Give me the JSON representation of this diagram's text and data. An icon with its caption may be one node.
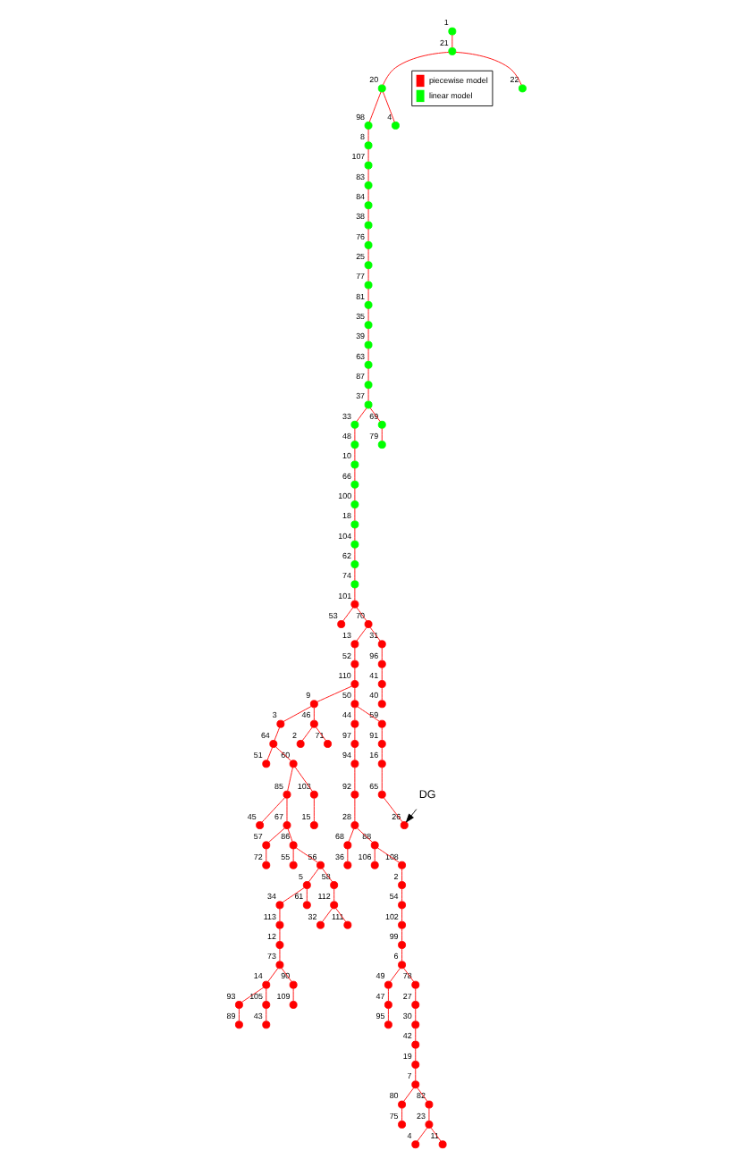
{
  "diagram": {
    "nodes": [
      {
        "text": [],
        "shape": "circle",
        "beside": [
          "1"
        ]
      },
      {
        "text": [],
        "shape": "circle",
        "beside": [
          "21"
        ]
      },
      {
        "text": [],
        "shape": "circle",
        "beside": [
          "20"
        ]
      },
      {
        "text": [],
        "shape": "circle",
        "beside": [
          "98"
        ]
      },
      {
        "text": [],
        "shape": "circle",
        "beside": [
          "8"
        ]
      },
      {
        "text": [],
        "shape": "circle",
        "beside": [
          "107"
        ]
      },
      {
        "text": [],
        "shape": "circle",
        "beside": [
          "83"
        ]
      },
      {
        "text": [],
        "shape": "circle",
        "beside": [
          "84"
        ]
      },
      {
        "text": [],
        "shape": "circle",
        "beside": [
          "38"
        ]
      },
      {
        "text": [],
        "shape": "circle",
        "beside": [
          "76"
        ]
      },
      {
        "text": [],
        "shape": "circle",
        "beside": [
          "25"
        ]
      },
      {
        "text": [],
        "shape": "circle",
        "beside": [
          "77"
        ]
      },
      {
        "text": [],
        "shape": "circle",
        "beside": [
          "81"
        ]
      },
      {
        "text": [],
        "shape": "circle",
        "beside": [
          "35"
        ]
      },
      {
        "text": [],
        "shape": "circle",
        "beside": [
          "39"
        ]
      },
      {
        "text": [],
        "shape": "circle",
        "beside": [
          "63"
        ]
      },
      {
        "text": [],
        "shape": "circle",
        "beside": [
          "87"
        ]
      },
      {
        "text": [],
        "shape": "circle",
        "beside": [
          "37"
        ]
      },
      {
        "text": [],
        "shape": "circle",
        "beside": [
          "33"
        ]
      },
      {
        "text": [],
        "shape": "circle",
        "beside": [
          "48"
        ]
      },
      {
        "text": [],
        "shape": "circle",
        "beside": [
          "10"
        ]
      },
      {
        "text": [],
        "shape": "circle",
        "beside": [
          "66"
        ]
      },
      {
        "text": [],
        "shape": "circle",
        "beside": [
          "100"
        ]
      },
      {
        "text": [],
        "shape": "circle",
        "beside": [
          "18"
        ]
      },
      {
        "text": [],
        "shape": "circle",
        "beside": [
          "104"
        ]
      },
      {
        "text": [],
        "shape": "circle",
        "beside": [
          "62"
        ]
      },
      {
        "text": [],
        "shape": "circle",
        "beside": [
          "74"
        ]
      },
      {
        "text": [],
        "shape": "circle",
        "beside": [
          "22"
        ]
      },
      {
        "text": [],
        "shape": "circle",
        "beside": [
          "4"
        ]
      },
      {
        "text": [],
        "shape": "circle",
        "beside": [
          "69"
        ]
      },
      {
        "text": [],
        "shape": "circle",
        "beside": [
          "79"
        ]
      },
      {
        "text": [],
        "shape": "circle",
        "beside": [
          "101"
        ]
      },
      {
        "text": [],
        "shape": "circle",
        "beside": [
          "53"
        ]
      },
      {
        "text": [],
        "shape": "circle",
        "beside": [
          "70"
        ]
      },
      {
        "text": [],
        "shape": "circle",
        "beside": [
          "13"
        ]
      },
      {
        "text": [],
        "shape": "circle",
        "beside": [
          "52"
        ]
      },
      {
        "text": [],
        "shape": "circle",
        "beside": [
          "110"
        ]
      },
      {
        "text": [],
        "shape": "circle",
        "beside": [
          "31"
        ]
      },
      {
        "text": [],
        "shape": "circle",
        "beside": [
          "96"
        ]
      },
      {
        "text": [],
        "shape": "circle",
        "beside": [
          "41"
        ]
      },
      {
        "text": [],
        "shape": "circle",
        "beside": [
          "40"
        ]
      },
      {
        "text": [],
        "shape": "circle",
        "beside": [
          "9"
        ]
      },
      {
        "text": [],
        "shape": "circle",
        "beside": [
          "50"
        ]
      },
      {
        "text": [],
        "shape": "circle",
        "beside": [
          "3"
        ]
      },
      {
        "text": [],
        "shape": "circle",
        "beside": [
          "46"
        ]
      },
      {
        "text": [],
        "shape": "circle",
        "beside": [
          "2"
        ]
      },
      {
        "text": [],
        "shape": "circle",
        "beside": [
          "71"
        ]
      },
      {
        "text": [],
        "shape": "circle",
        "beside": [
          "64"
        ]
      },
      {
        "text": [],
        "shape": "circle",
        "beside": [
          "51"
        ]
      },
      {
        "text": [],
        "shape": "circle",
        "beside": [
          "60"
        ]
      },
      {
        "text": [],
        "shape": "circle",
        "beside": [
          "85"
        ]
      },
      {
        "text": [],
        "shape": "circle",
        "beside": [
          "103"
        ]
      },
      {
        "text": [],
        "shape": "circle",
        "beside": [
          "15"
        ]
      },
      {
        "text": [],
        "shape": "circle",
        "beside": [
          "45"
        ]
      },
      {
        "text": [],
        "shape": "circle",
        "beside": [
          "67"
        ]
      },
      {
        "text": [],
        "shape": "circle",
        "beside": [
          "57"
        ]
      },
      {
        "text": [],
        "shape": "circle",
        "beside": [
          "86"
        ]
      },
      {
        "text": [],
        "shape": "circle",
        "beside": [
          "72"
        ]
      },
      {
        "text": [],
        "shape": "circle",
        "beside": [
          "55"
        ]
      },
      {
        "text": [],
        "shape": "circle",
        "beside": [
          "56"
        ]
      },
      {
        "text": [],
        "shape": "circle",
        "beside": [
          "5"
        ]
      },
      {
        "text": [],
        "shape": "circle",
        "beside": [
          "58"
        ]
      },
      {
        "text": [],
        "shape": "circle",
        "beside": [
          "34"
        ]
      },
      {
        "text": [],
        "shape": "circle",
        "beside": [
          "61"
        ]
      },
      {
        "text": [],
        "shape": "circle",
        "beside": [
          "112"
        ]
      },
      {
        "text": [],
        "shape": "circle",
        "beside": [
          "113"
        ]
      },
      {
        "text": [],
        "shape": "circle",
        "beside": [
          "32"
        ]
      },
      {
        "text": [],
        "shape": "circle",
        "beside": [
          "111"
        ]
      },
      {
        "text": [],
        "shape": "circle",
        "beside": [
          "12"
        ]
      },
      {
        "text": [],
        "shape": "circle",
        "beside": [
          "73"
        ]
      },
      {
        "text": [],
        "shape": "circle",
        "beside": [
          "14"
        ]
      },
      {
        "text": [],
        "shape": "circle",
        "beside": [
          "90"
        ]
      },
      {
        "text": [],
        "shape": "circle",
        "beside": [
          "93"
        ]
      },
      {
        "text": [],
        "shape": "circle",
        "beside": [
          "105"
        ]
      },
      {
        "text": [],
        "shape": "circle",
        "beside": [
          "109"
        ]
      },
      {
        "text": [],
        "shape": "circle",
        "beside": [
          "89"
        ]
      },
      {
        "text": [],
        "shape": "circle",
        "beside": [
          "43"
        ]
      },
      {
        "text": [],
        "shape": "circle",
        "beside": [
          "44"
        ]
      },
      {
        "text": [],
        "shape": "circle",
        "beside": [
          "97"
        ]
      },
      {
        "text": [],
        "shape": "circle",
        "beside": [
          "94"
        ]
      },
      {
        "text": [],
        "shape": "circle",
        "beside": [
          "92"
        ]
      },
      {
        "text": [],
        "shape": "circle",
        "beside": [
          "28"
        ]
      },
      {
        "text": [],
        "shape": "circle",
        "beside": [
          "68"
        ]
      },
      {
        "text": [],
        "shape": "circle",
        "beside": [
          "88"
        ]
      },
      {
        "text": [],
        "shape": "circle",
        "beside": [
          "36"
        ]
      },
      {
        "text": [],
        "shape": "circle",
        "beside": [
          "106"
        ]
      },
      {
        "text": [],
        "shape": "circle",
        "beside": [
          "108"
        ]
      },
      {
        "text": [],
        "shape": "circle",
        "beside": [
          "2"
        ]
      },
      {
        "text": [],
        "shape": "circle",
        "beside": [
          "54"
        ]
      },
      {
        "text": [],
        "shape": "circle",
        "beside": [
          "102"
        ]
      },
      {
        "text": [],
        "shape": "circle",
        "beside": [
          "99"
        ]
      },
      {
        "text": [],
        "shape": "circle",
        "beside": [
          "6"
        ]
      },
      {
        "text": [],
        "shape": "circle",
        "beside": [
          "49"
        ]
      },
      {
        "text": [],
        "shape": "circle",
        "beside": [
          "78"
        ]
      },
      {
        "text": [],
        "shape": "circle",
        "beside": [
          "47"
        ]
      },
      {
        "text": [],
        "shape": "circle",
        "beside": [
          "27"
        ]
      },
      {
        "text": [],
        "shape": "circle",
        "beside": [
          "95"
        ]
      },
      {
        "text": [],
        "shape": "circle",
        "beside": [
          "30"
        ]
      },
      {
        "text": [],
        "shape": "circle",
        "beside": [
          "42"
        ]
      },
      {
        "text": [],
        "shape": "circle",
        "beside": [
          "19"
        ]
      },
      {
        "text": [],
        "shape": "circle",
        "beside": [
          "7"
        ]
      },
      {
        "text": [],
        "shape": "circle",
        "beside": [
          "80"
        ]
      },
      {
        "text": [],
        "shape": "circle",
        "beside": [
          "82"
        ]
      },
      {
        "text": [],
        "shape": "circle",
        "beside": [
          "75"
        ]
      },
      {
        "text": [],
        "shape": "circle",
        "beside": [
          "23"
        ]
      },
      {
        "text": [],
        "shape": "circle",
        "beside": [
          "4"
        ]
      },
      {
        "text": [],
        "shape": "circle",
        "beside": [
          "11"
        ]
      },
      {
        "text": [],
        "shape": "circle",
        "beside": [
          "59"
        ]
      },
      {
        "text": [],
        "shape": "circle",
        "beside": [
          "91"
        ]
      },
      {
        "text": [],
        "shape": "circle",
        "beside": [
          "16"
        ]
      },
      {
        "text": [],
        "shape": "circle",
        "beside": [
          "65"
        ]
      },
      {
        "text": [],
        "shape": "circle",
        "beside": [
          "26"
        ]
      },
      {
        "text": [
          "DG"
        ]
      }
    ],
    "edges": [
      {
        "from": 0,
        "to": 1,
        "arrow": "none"
      },
      {
        "from": 1,
        "to": 2,
        "arrow": "none"
      },
      {
        "from": 2,
        "to": 3,
        "arrow": "none"
      },
      {
        "from": 3,
        "to": 4,
        "arrow": "none"
      },
      {
        "from": 4,
        "to": 5,
        "arrow": "none"
      },
      {
        "from": 5,
        "to": 6,
        "arrow": "none"
      },
      {
        "from": 6,
        "to": 7,
        "arrow": "none"
      },
      {
        "from": 7,
        "to": 8,
        "arrow": "none"
      },
      {
        "from": 8,
        "to": 9,
        "arrow": "none"
      },
      {
        "from": 9,
        "to": 10,
        "arrow": "none"
      },
      {
        "from": 10,
        "to": 11,
        "arrow": "none"
      },
      {
        "from": 11,
        "to": 12,
        "arrow": "none"
      },
      {
        "from": 12,
        "to": 13,
        "arrow": "none"
      },
      {
        "from": 13,
        "to": 14,
        "arrow": "none"
      },
      {
        "from": 14,
        "to": 15,
        "arrow": "none"
      },
      {
        "from": 15,
        "to": 16,
        "arrow": "none"
      },
      {
        "from": 16,
        "to": 17,
        "arrow": "none"
      },
      {
        "from": 17,
        "to": 18,
        "arrow": "none"
      },
      {
        "from": 18,
        "to": 19,
        "arrow": "none"
      },
      {
        "from": 19,
        "to": 20,
        "arrow": "none"
      },
      {
        "from": 20,
        "to": 21,
        "arrow": "none"
      },
      {
        "from": 21,
        "to": 22,
        "arrow": "none"
      },
      {
        "from": 22,
        "to": 23,
        "arrow": "none"
      },
      {
        "from": 23,
        "to": 24,
        "arrow": "none"
      },
      {
        "from": 24,
        "to": 25,
        "arrow": "none"
      },
      {
        "from": 25,
        "to": 26,
        "arrow": "none"
      },
      {
        "from": 1,
        "to": 27,
        "arrow": "none"
      },
      {
        "from": 2,
        "to": 28,
        "arrow": "none"
      },
      {
        "from": 17,
        "to": 29,
        "arrow": "none"
      },
      {
        "from": 29,
        "to": 30,
        "arrow": "none"
      },
      {
        "from": 26,
        "to": 31,
        "arrow": "none"
      },
      {
        "from": 31,
        "to": 32,
        "arrow": "none"
      },
      {
        "from": 31,
        "to": 33,
        "arrow": "none"
      },
      {
        "from": 33,
        "to": 34,
        "arrow": "none"
      },
      {
        "from": 34,
        "to": 35,
        "arrow": "none"
      },
      {
        "from": 35,
        "to": 36,
        "arrow": "none"
      },
      {
        "from": 33,
        "to": 37,
        "arrow": "none"
      },
      {
        "from": 37,
        "to": 38,
        "arrow": "none"
      },
      {
        "from": 38,
        "to": 39,
        "arrow": "none"
      },
      {
        "from": 39,
        "to": 40,
        "arrow": "none"
      },
      {
        "from": 36,
        "to": 41,
        "arrow": "none"
      },
      {
        "from": 36,
        "to": 42,
        "arrow": "none"
      },
      {
        "from": 41,
        "to": 43,
        "arrow": "none"
      },
      {
        "from": 41,
        "to": 44,
        "arrow": "none"
      },
      {
        "from": 44,
        "to": 45,
        "arrow": "none"
      },
      {
        "from": 44,
        "to": 46,
        "arrow": "none"
      },
      {
        "from": 43,
        "to": 47,
        "arrow": "none"
      },
      {
        "from": 47,
        "to": 48,
        "arrow": "none"
      },
      {
        "from": 47,
        "to": 49,
        "arrow": "none"
      },
      {
        "from": 49,
        "to": 50,
        "arrow": "none"
      },
      {
        "from": 49,
        "to": 51,
        "arrow": "none"
      },
      {
        "from": 51,
        "to": 52,
        "arrow": "none"
      },
      {
        "from": 50,
        "to": 53,
        "arrow": "none"
      },
      {
        "from": 50,
        "to": 54,
        "arrow": "none"
      },
      {
        "from": 54,
        "to": 55,
        "arrow": "none"
      },
      {
        "from": 55,
        "to": 57,
        "arrow": "none"
      },
      {
        "from": 54,
        "to": 56,
        "arrow": "none"
      },
      {
        "from": 56,
        "to": 58,
        "arrow": "none"
      },
      {
        "from": 56,
        "to": 59,
        "arrow": "none"
      },
      {
        "from": 59,
        "to": 60,
        "arrow": "none"
      },
      {
        "from": 59,
        "to": 61,
        "arrow": "none"
      },
      {
        "from": 60,
        "to": 62,
        "arrow": "none"
      },
      {
        "from": 60,
        "to": 63,
        "arrow": "none"
      },
      {
        "from": 61,
        "to": 64,
        "arrow": "none"
      },
      {
        "from": 64,
        "to": 66,
        "arrow": "none"
      },
      {
        "from": 64,
        "to": 67,
        "arrow": "none"
      },
      {
        "from": 62,
        "to": 65,
        "arrow": "none"
      },
      {
        "from": 65,
        "to": 68,
        "arrow": "none"
      },
      {
        "from": 68,
        "to": 69,
        "arrow": "none"
      },
      {
        "from": 69,
        "to": 70,
        "arrow": "none"
      },
      {
        "from": 69,
        "to": 71,
        "arrow": "none"
      },
      {
        "from": 70,
        "to": 72,
        "arrow": "none"
      },
      {
        "from": 70,
        "to": 73,
        "arrow": "none"
      },
      {
        "from": 71,
        "to": 74,
        "arrow": "none"
      },
      {
        "from": 72,
        "to": 75,
        "arrow": "none"
      },
      {
        "from": 73,
        "to": 76,
        "arrow": "none"
      },
      {
        "from": 42,
        "to": 77,
        "arrow": "none"
      },
      {
        "from": 77,
        "to": 78,
        "arrow": "none"
      },
      {
        "from": 78,
        "to": 79,
        "arrow": "none"
      },
      {
        "from": 79,
        "to": 80,
        "arrow": "none"
      },
      {
        "from": 80,
        "to": 81,
        "arrow": "none"
      },
      {
        "from": 81,
        "to": 82,
        "arrow": "none"
      },
      {
        "from": 81,
        "to": 83,
        "arrow": "none"
      },
      {
        "from": 82,
        "to": 84,
        "arrow": "none"
      },
      {
        "from": 83,
        "to": 85,
        "arrow": "none"
      },
      {
        "from": 83,
        "to": 86,
        "arrow": "none"
      },
      {
        "from": 86,
        "to": 87,
        "arrow": "none"
      },
      {
        "from": 87,
        "to": 88,
        "arrow": "none"
      },
      {
        "from": 88,
        "to": 89,
        "arrow": "none"
      },
      {
        "from": 89,
        "to": 90,
        "arrow": "none"
      },
      {
        "from": 90,
        "to": 91,
        "arrow": "none"
      },
      {
        "from": 91,
        "to": 92,
        "arrow": "none"
      },
      {
        "from": 91,
        "to": 93,
        "arrow": "none"
      },
      {
        "from": 92,
        "to": 94,
        "arrow": "none"
      },
      {
        "from": 94,
        "to": 96,
        "arrow": "none"
      },
      {
        "from": 93,
        "to": 95,
        "arrow": "none"
      },
      {
        "from": 95,
        "to": 97,
        "arrow": "none"
      },
      {
        "from": 97,
        "to": 98,
        "arrow": "none"
      },
      {
        "from": 98,
        "to": 99,
        "arrow": "none"
      },
      {
        "from": 99,
        "to": 100,
        "arrow": "none"
      },
      {
        "from": 100,
        "to": 101,
        "arrow": "none"
      },
      {
        "from": 100,
        "to": 102,
        "arrow": "none"
      },
      {
        "from": 101,
        "to": 103,
        "arrow": "none"
      },
      {
        "from": 102,
        "to": 104,
        "arrow": "none"
      },
      {
        "from": 104,
        "to": 105,
        "arrow": "none"
      },
      {
        "from": 104,
        "to": 106,
        "arrow": "none"
      },
      {
        "from": 42,
        "to": 107,
        "arrow": "none"
      },
      {
        "from": 107,
        "to": 108,
        "arrow": "none"
      },
      {
        "from": 108,
        "to": 109,
        "arrow": "none"
      },
      {
        "from": 109,
        "to": 110,
        "arrow": "none"
      },
      {
        "from": 110,
        "to": 111,
        "arrow": "none"
      },
      {
        "from": 112,
        "to": 111,
        "arrow": "to",
        "color": "#000000"
      }
    ],
    "legend": [
      {
        "text": "piecewise model",
        "color": "#ff0000"
      },
      {
        "text": "linear model",
        "color": "#00ff00"
      }
    ]
  }
}
